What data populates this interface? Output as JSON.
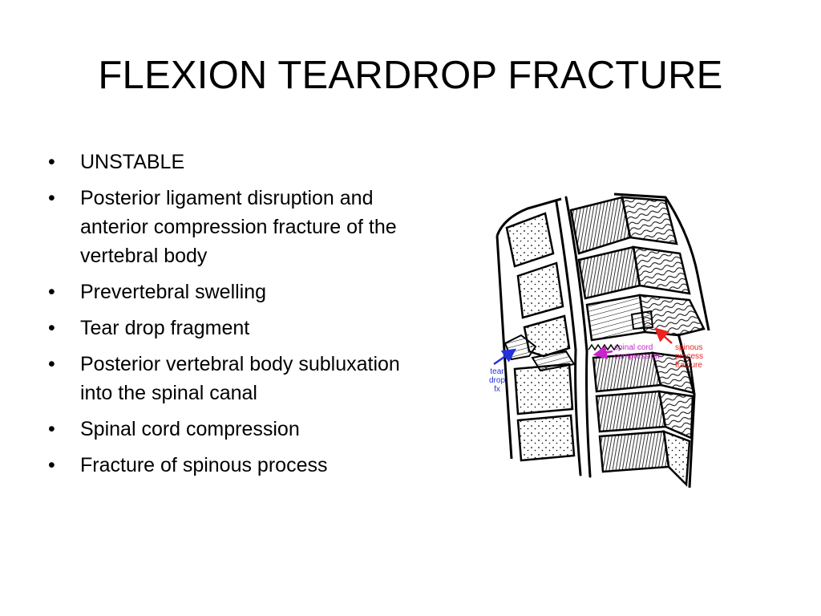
{
  "slide": {
    "title": "FLEXION TEARDROP FRACTURE",
    "bullets": [
      "UNSTABLE",
      "Posterior ligament disruption and anterior compression fracture of the vertebral body",
      "Prevertebral swelling",
      "Tear drop fragment",
      "Posterior vertebral body subluxation into the spinal canal",
      "Spinal cord compression",
      "Fracture of spinous process"
    ],
    "bullet_symbol": "•"
  },
  "figure": {
    "labels": {
      "tear_drop": [
        "tear",
        "drop",
        "fx"
      ],
      "spinal_cord": [
        "spinal cord",
        "compression"
      ],
      "spinous": [
        "spinous",
        "process",
        "fracture"
      ]
    },
    "colors": {
      "tear_drop": "#2233dd",
      "spinal_cord": "#cc22cc",
      "spinous": "#ee2222",
      "line": "#000000"
    }
  }
}
